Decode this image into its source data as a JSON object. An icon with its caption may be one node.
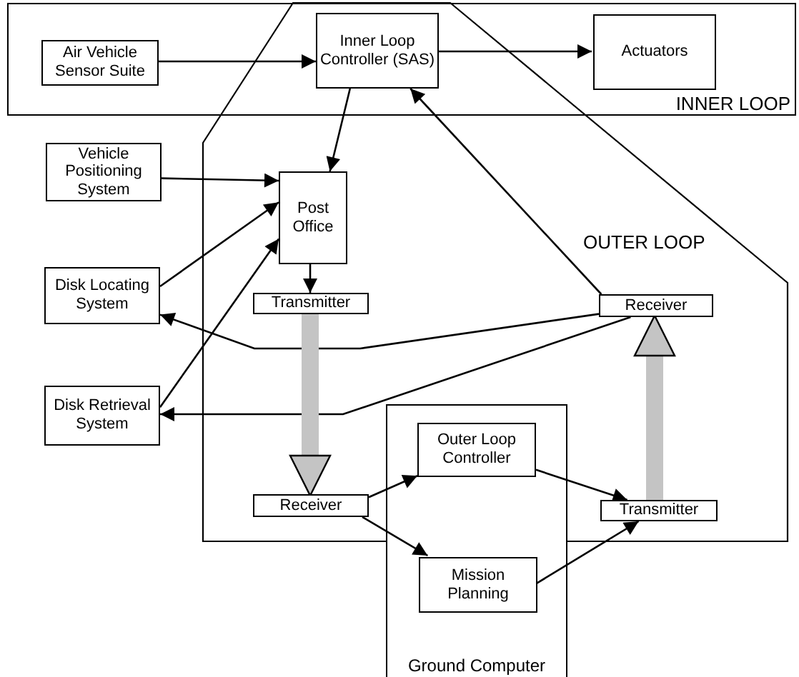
{
  "diagram": {
    "nodes": [
      {
        "text": [
          "INNER LOOP"
        ]
      },
      {
        "text": [
          "OUTER LOOP"
        ]
      },
      {
        "text": [
          "Air Vehicle Sensor Suite"
        ],
        "in": 0
      },
      {
        "text": [
          "Inner Loop Controller (SAS)"
        ]
      },
      {
        "text": [
          "Actuators"
        ],
        "in": 0
      },
      {
        "text": [
          "Vehicle Positioning System"
        ]
      },
      {
        "text": [
          "Disk Locating System"
        ]
      },
      {
        "text": [
          "Disk Retrieval System"
        ]
      },
      {
        "text": [
          "Post Office"
        ],
        "in": 1
      },
      {
        "text": [
          "Transmitter"
        ],
        "in": 1
      },
      {
        "text": [
          "Receiver"
        ],
        "in": 1
      },
      {
        "text": [
          "Receiver"
        ],
        "in": 1
      },
      {
        "text": [
          "Ground Computer"
        ]
      },
      {
        "text": [
          "Outer Loop Controller"
        ]
      },
      {
        "text": [
          "Mission Planning"
        ],
        "in": 12
      },
      {
        "text": [
          "Transmitter"
        ],
        "in": 1
      }
    ],
    "edges": [
      {
        "from": 2,
        "to": 3,
        "arrow": "to"
      },
      {
        "from": 3,
        "to": 4,
        "arrow": "to"
      },
      {
        "from": 3,
        "to": 8,
        "arrow": "to"
      },
      {
        "from": 10,
        "to": 3,
        "arrow": "to"
      },
      {
        "from": 5,
        "to": 8,
        "arrow": "to"
      },
      {
        "from": 6,
        "to": 8,
        "arrow": "to"
      },
      {
        "from": 7,
        "to": 8,
        "arrow": "to"
      },
      {
        "from": 8,
        "to": 9,
        "arrow": "to"
      },
      {
        "from": 10,
        "to": 6,
        "arrow": "to"
      },
      {
        "from": 10,
        "to": 7,
        "arrow": "to"
      },
      {
        "from": 9,
        "to": 11,
        "arrow": "to",
        "style": "thick",
        "color": "#c4c4c4"
      },
      {
        "from": 11,
        "to": 13,
        "arrow": "to"
      },
      {
        "from": 11,
        "to": 14,
        "arrow": "to"
      },
      {
        "from": 13,
        "to": 15,
        "arrow": "to"
      },
      {
        "from": 14,
        "to": 15,
        "arrow": "to"
      },
      {
        "from": 15,
        "to": 10,
        "arrow": "to",
        "style": "thick",
        "color": "#c4c4c4"
      }
    ]
  }
}
